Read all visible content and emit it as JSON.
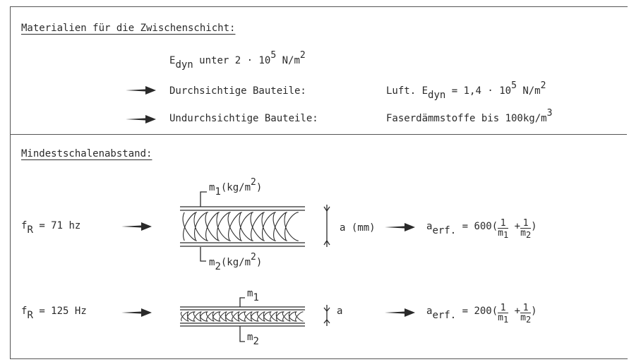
{
  "section1": {
    "title": "Materialien für die Zwischenschicht:",
    "edyn_symbol": "E",
    "edyn_sub": "dyn",
    "edyn_text": "unter 2 · 10",
    "edyn_exp": "5",
    "edyn_unit": "N/m",
    "edyn_unit_exp": "2",
    "row1_label": "Durchsichtige Bauteile:",
    "row1_value_pre": "Luft.",
    "row1_symbol": "E",
    "row1_sub": "dyn",
    "row1_eq": "= 1,4 · 10",
    "row1_exp": "5",
    "row1_unit": "N/m",
    "row1_unit_exp": "2",
    "row2_label": "Undurchsichtige Bauteile:",
    "row2_value": "Faserdämmstoffe bis 100kg/m",
    "row2_exp": "3"
  },
  "section2": {
    "title": "Mindestschalenabstand:",
    "case1": {
      "f_symbol": "f",
      "f_sub": "R",
      "f_value": "= 71 hz",
      "m1_label": "m",
      "m1_sub": "1",
      "m1_unit": "(kg/m",
      "m1_unit_exp": "2",
      "m1_unit_end": ")",
      "m2_label": "m",
      "m2_sub": "2",
      "m2_unit": "(kg/m",
      "m2_unit_exp": "2",
      "m2_unit_end": ")",
      "a_label": "a (mm)",
      "result_symbol": "a",
      "result_sub": "erf.",
      "result_eq": "= 600(",
      "frac1_num": "1",
      "frac1_den": "m",
      "frac1_den_sub": "1",
      "plus": "+",
      "frac2_num": "1",
      "frac2_den": "m",
      "frac2_den_sub": "2",
      "close": ")"
    },
    "case2": {
      "f_symbol": "f",
      "f_sub": "R",
      "f_value": "= 125 Hz",
      "m1_label": "m",
      "m1_sub": "1",
      "m2_label": "m",
      "m2_sub": "2",
      "a_label": "a",
      "result_symbol": "a",
      "result_sub": "erf.",
      "result_eq": "= 200(",
      "frac1_num": "1",
      "frac1_den": "m",
      "frac1_den_sub": "1",
      "plus": "+",
      "frac2_num": "1",
      "frac2_den": "m",
      "frac2_den_sub": "2",
      "close": ")"
    }
  }
}
